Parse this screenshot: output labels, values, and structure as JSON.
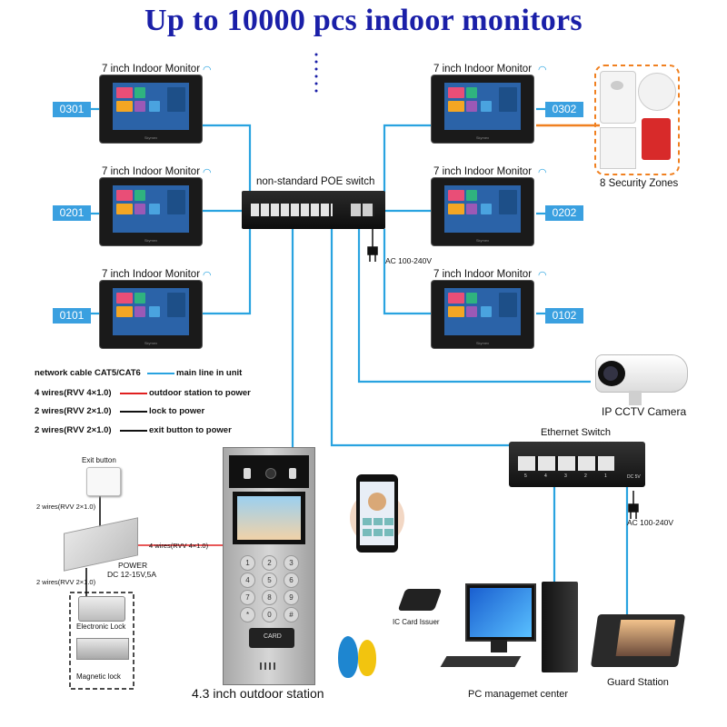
{
  "title": "Up to 10000 pcs indoor monitors",
  "monitor_label": "7 inch Indoor Monitor",
  "units": {
    "u0301": "0301",
    "u0201": "0201",
    "u0101": "0101",
    "u0302": "0302",
    "u0202": "0202",
    "u0102": "0102"
  },
  "poe_switch_label": "non-standard POE switch",
  "poe_power_label": "AC 100-240V",
  "security_zones_label": "8 Security Zones",
  "cctv_label": "IP CCTV Camera",
  "ethernet_switch_label": "Ethernet Switch",
  "ethernet_power_label": "AC 100-240V",
  "legend": [
    {
      "text": "network cable CAT5/CAT6",
      "desc": "main line in unit",
      "color": "#29a3e0"
    },
    {
      "text": "4 wires(RVV 4×1.0)",
      "desc": "outdoor station to power",
      "color": "#e02020"
    },
    {
      "text": "2 wires(RVV 2×1.0)",
      "desc": "lock to power",
      "color": "#111111"
    },
    {
      "text": "2 wires(RVV 2×1.0)",
      "desc": "exit button to power",
      "color": "#111111"
    }
  ],
  "exit_button_label": "Exit button",
  "wire_exit": "2 wires(RVV 2×1.0)",
  "wire_outdoor": "4 wires(RVV 4×1.0)",
  "power_label": "POWER",
  "power_spec": "DC 12-15V,5A",
  "wire_lock": "2 wires(RVV 2×1.0)",
  "electronic_lock_label": "Electronic Lock",
  "magnetic_lock_label": "Magnetic lock",
  "outdoor_station_label": "4.3 inch outdoor station",
  "card_label": "CARD",
  "keypad_keys": [
    "1",
    "2",
    "3",
    "4",
    "5",
    "6",
    "7",
    "8",
    "9",
    "*",
    "0",
    "#"
  ],
  "ic_card_label": "IC Card Issuer",
  "pc_label": "PC managemet center",
  "guard_label": "Guard Station",
  "switch_ports": [
    "5",
    "4",
    "3",
    "2",
    "1"
  ],
  "switch_dc": "DC 5V",
  "colors": {
    "title": "#1a1fa8",
    "network": "#29a3e0",
    "security": "#f08020",
    "unit_badge": "#3aa0e0"
  }
}
